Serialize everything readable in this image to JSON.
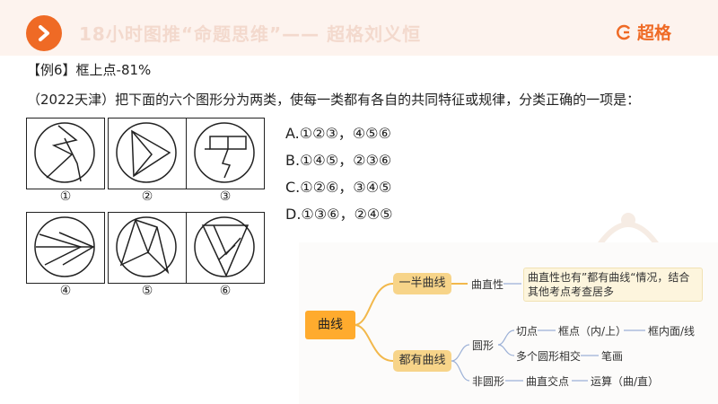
{
  "header": {
    "title": "18小时图推“命题思维”—— 超格刘义恒",
    "brand": "超格"
  },
  "question": {
    "title": "【例6】框上点-81%",
    "text": "（2022天津）把下面的六个图形分为两类，使每一类都有各自的共同特征或规律，分类正确的一项是：",
    "figure_labels": [
      "①",
      "②",
      "③",
      "④",
      "⑤",
      "⑥"
    ],
    "options": [
      "A.①②③，④⑤⑥",
      "B.①④⑤，②③⑥",
      "C.①②⑥，③④⑤",
      "D.①③⑥，②④⑤"
    ]
  },
  "mindmap": {
    "center": "曲线",
    "branch1": "一半曲线",
    "branch1_child": "曲直性",
    "branch1_note": "曲直性也有”都有曲线“情况，结合其他考点考查居多",
    "branch2": "都有曲线",
    "circle": "圆形",
    "tangent": "切点",
    "frame_point": "框点（内/上）",
    "frame_line": "框内面/线",
    "multi_circle": "多个圆形相交",
    "stroke": "笔画",
    "non_circle": "非圆形",
    "curve_point": "曲直交点",
    "operation": "运算（曲/直）"
  }
}
